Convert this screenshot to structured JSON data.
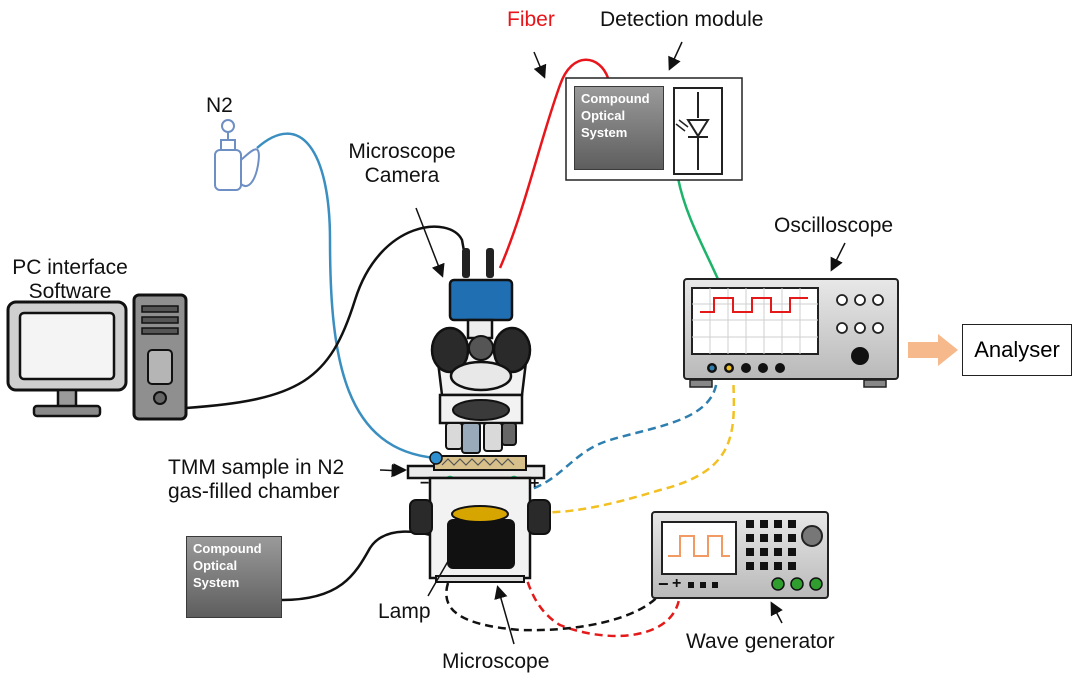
{
  "labels": {
    "fiber": "Fiber",
    "detection_module": "Detection module",
    "n2": "N2",
    "microscope_camera_line1": "Microscope",
    "microscope_camera_line2": "Camera",
    "pc_line1": "PC interface",
    "pc_line2": "Software",
    "oscilloscope": "Oscilloscope",
    "tmm_line1": "TMM sample in N2",
    "tmm_line2": "gas-filled chamber",
    "lamp": "Lamp",
    "microscope": "Microscope",
    "wave_generator": "Wave generator"
  },
  "boxes": {
    "detection_optics": [
      "Compound",
      "Optical",
      "System"
    ],
    "lamp_optics": [
      "Compound",
      "Optical",
      "System"
    ],
    "analyser": "Analyser"
  },
  "colors": {
    "fiber": "#e8161b",
    "n2_tube": "#3a8ec0",
    "detector_cable": "#1db36a",
    "blue_dashed": "#2e7fb0",
    "yellow_dashed": "#f2c020",
    "red_dashed": "#e41a1a",
    "black_cable": "#111111",
    "arrow_orange": "#f6b98c",
    "camera_blue": "#1f6fb2"
  }
}
